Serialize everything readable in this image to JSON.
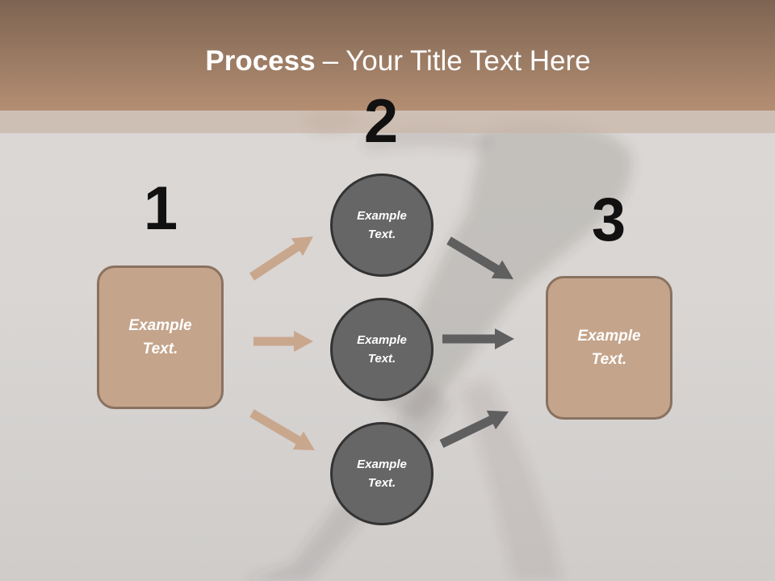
{
  "title": {
    "bold": "Process",
    "rest": "– Your Title Text Here"
  },
  "diagram": {
    "step_numbers": [
      "1",
      "2",
      "3"
    ],
    "start_box": {
      "label": "Example Text."
    },
    "middle_circles": [
      {
        "label": "Example Text."
      },
      {
        "label": "Example Text."
      },
      {
        "label": "Example Text."
      }
    ],
    "end_box": {
      "label": "Example Text."
    }
  },
  "colors": {
    "header_top": "#7d6452",
    "header_bottom": "#b48e72",
    "header_band": "#c9b6a8",
    "background": "#d9d6d4",
    "box_fill": "#c4a48b",
    "box_border": "#8a7260",
    "circle_fill": "#666666",
    "circle_border": "#333333",
    "arrow_into_circles": "#c9a78d",
    "arrow_out_of_circles": "#5f5f5f",
    "label_text": "#ffffff",
    "number_text": "#111111"
  }
}
